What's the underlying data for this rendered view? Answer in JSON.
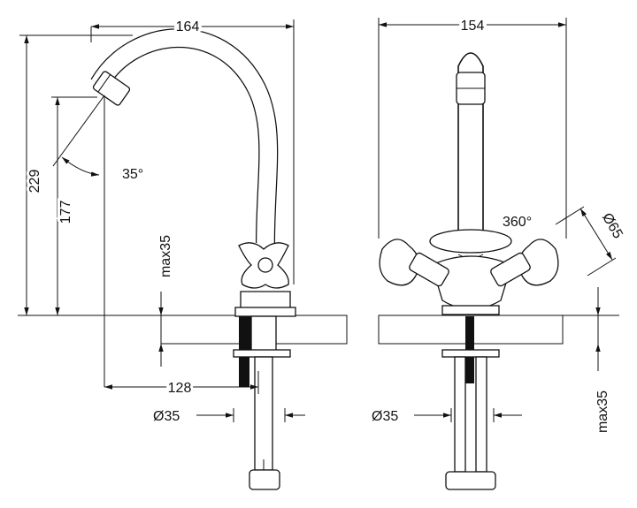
{
  "front_view": {
    "overall_width": "164",
    "overall_height": "229",
    "spout_height": "177",
    "spout_angle": "35°",
    "max_deck_thickness": "max35",
    "spout_reach": "128",
    "mount_hole_diameter": "Ø35"
  },
  "side_view": {
    "overall_width": "154",
    "rotation": "360°",
    "handle_diameter": "Ø65",
    "mount_hole_diameter": "Ø35",
    "max_deck_thickness": "max35"
  }
}
